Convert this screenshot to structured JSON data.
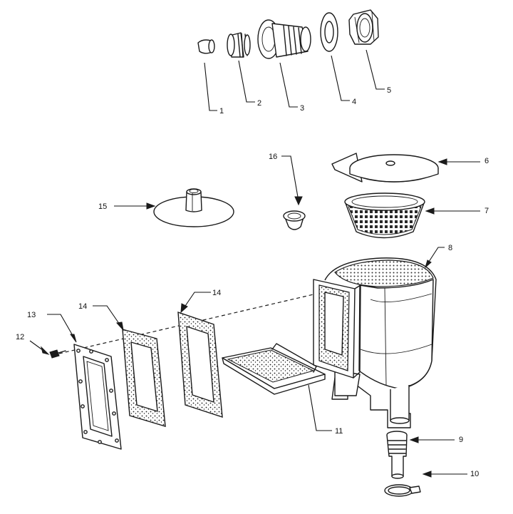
{
  "callouts": [
    {
      "id": "1",
      "text": "1"
    },
    {
      "id": "2",
      "text": "2"
    },
    {
      "id": "3",
      "text": "3"
    },
    {
      "id": "4",
      "text": "4"
    },
    {
      "id": "5",
      "text": "5"
    },
    {
      "id": "6",
      "text": "6"
    },
    {
      "id": "7",
      "text": "7"
    },
    {
      "id": "8",
      "text": "8"
    },
    {
      "id": "9",
      "text": "9"
    },
    {
      "id": "10",
      "text": "10"
    },
    {
      "id": "11",
      "text": "11"
    },
    {
      "id": "12",
      "text": "12"
    },
    {
      "id": "13",
      "text": "13"
    },
    {
      "id": "14a",
      "text": "14"
    },
    {
      "id": "14b",
      "text": "14"
    },
    {
      "id": "15",
      "text": "15"
    },
    {
      "id": "16",
      "text": "16"
    }
  ],
  "colors": {
    "ink": "#1a1a1a",
    "paper": "#ffffff",
    "speckle": "#d9d9d9"
  }
}
